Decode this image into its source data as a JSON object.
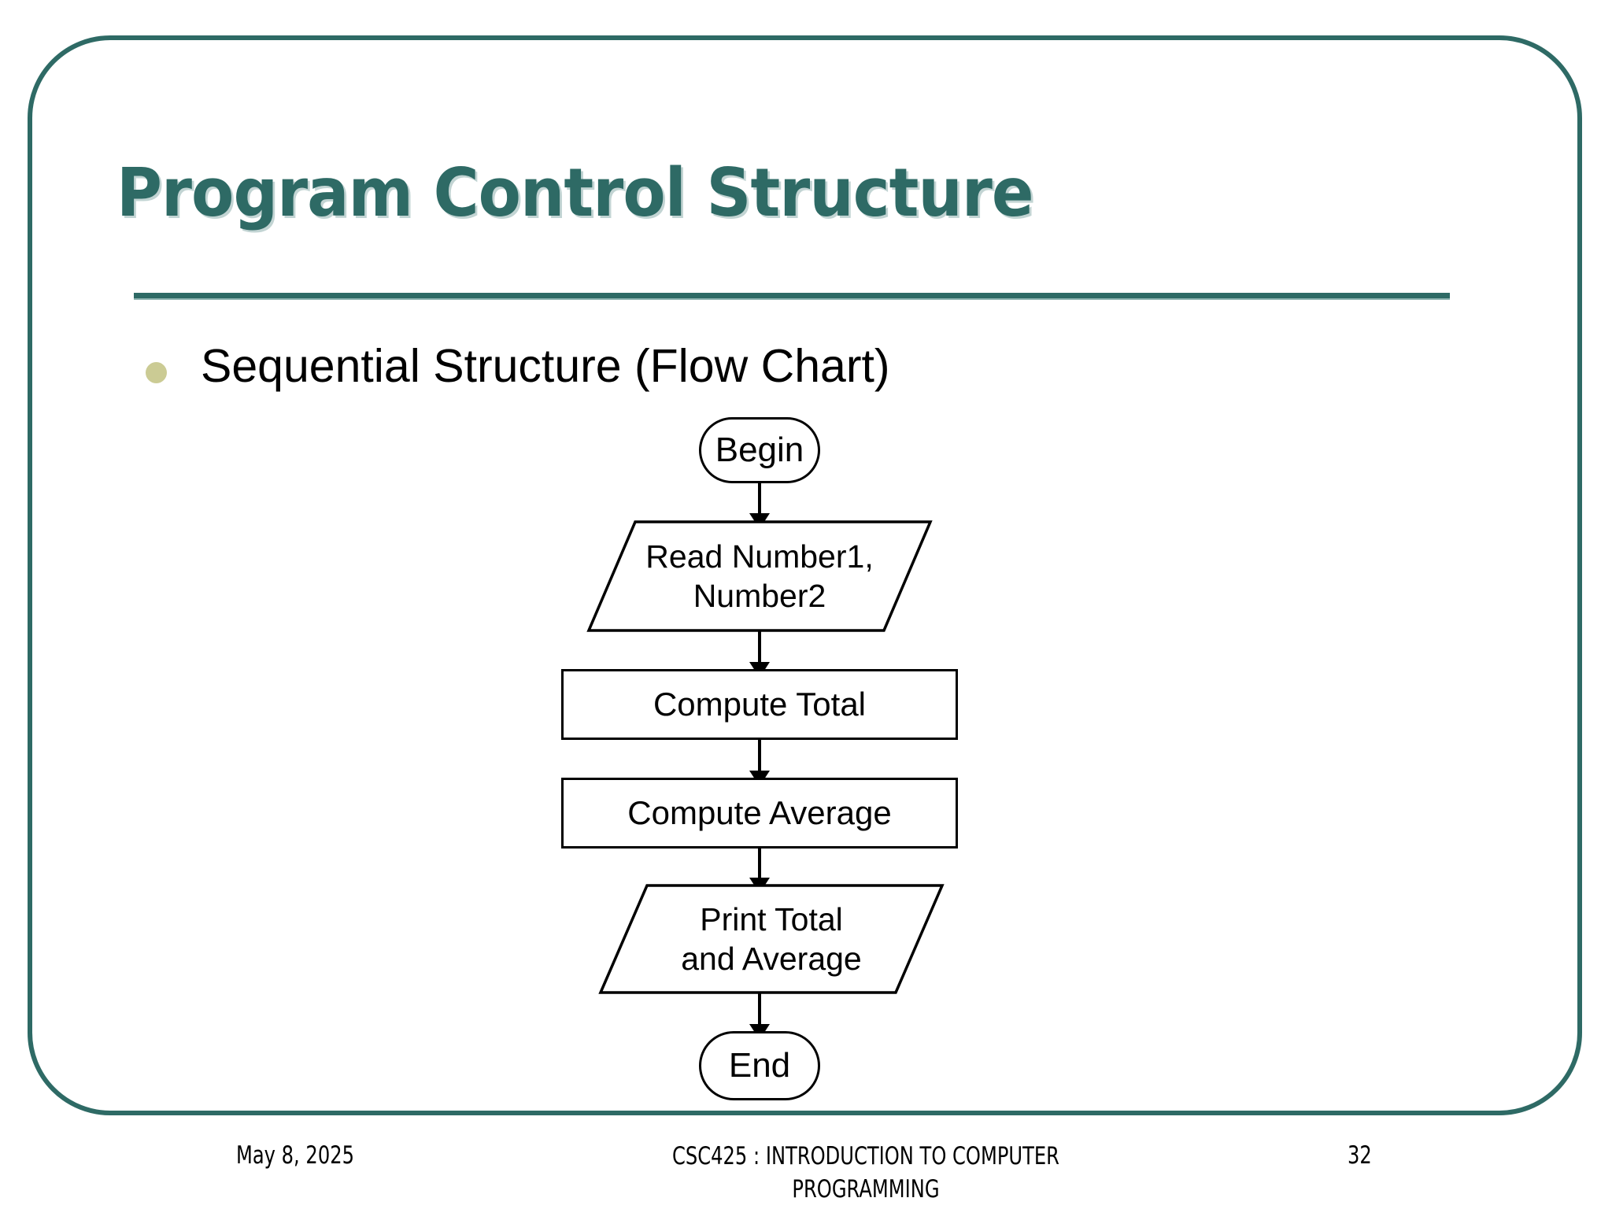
{
  "slide": {
    "title": "Program Control Structure",
    "accent_color": "#2e6a65",
    "frame_color": "#2e6a65",
    "bullet_color": "#cbcb94",
    "body_text_color": "#000000",
    "background": "#ffffff"
  },
  "body": {
    "bullets": [
      {
        "text": "Sequential Structure (Flow Chart)"
      }
    ]
  },
  "flowchart": {
    "nodes": [
      {
        "id": "begin",
        "shape": "terminator",
        "label": "Begin"
      },
      {
        "id": "read",
        "shape": "parallelogram",
        "label_line1": "Read Number1,",
        "label_line2": "Number2"
      },
      {
        "id": "total",
        "shape": "process",
        "label": "Compute Total"
      },
      {
        "id": "average",
        "shape": "process",
        "label": "Compute Average"
      },
      {
        "id": "print",
        "shape": "parallelogram",
        "label_line1": "Print Total",
        "label_line2": "and Average"
      },
      {
        "id": "end",
        "shape": "terminator",
        "label": "End"
      }
    ],
    "edges": [
      {
        "from": "begin",
        "to": "read"
      },
      {
        "from": "read",
        "to": "total"
      },
      {
        "from": "total",
        "to": "average"
      },
      {
        "from": "average",
        "to": "print"
      },
      {
        "from": "print",
        "to": "end"
      }
    ]
  },
  "footer": {
    "date": "May 8, 2025",
    "course": "CSC425 : INTRODUCTION TO COMPUTER PROGRAMMING",
    "page_number": "32"
  }
}
